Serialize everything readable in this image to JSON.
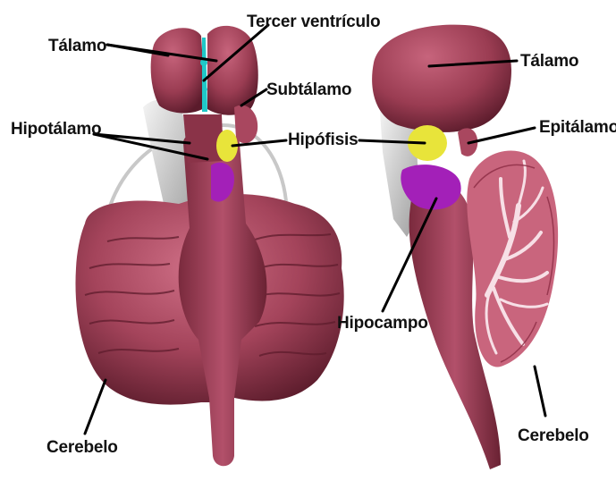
{
  "labels": {
    "left_talamo": "Tálamo",
    "tercer_ventriculo": "Tercer ventrículo",
    "subtalamo": "Subtálamo",
    "hipotalamo": "Hipotálamo",
    "hipofisis": "Hipófisis",
    "left_cerebelo": "Cerebelo",
    "right_talamo": "Tálamo",
    "epitalamo": "Epitálamo",
    "hipocampo": "Hipocampo",
    "right_cerebelo": "Cerebelo"
  },
  "colors": {
    "tissue": "#9e3f55",
    "tissue_light": "#c7647c",
    "tissue_dark": "#6a2233",
    "hypophysis": "#e8e43a",
    "hippocampus": "#a320b8",
    "ventricle": "#1fc8c8",
    "white_matter": "#e3e3e3",
    "cerebellum_cut": "#f2b6c6"
  }
}
